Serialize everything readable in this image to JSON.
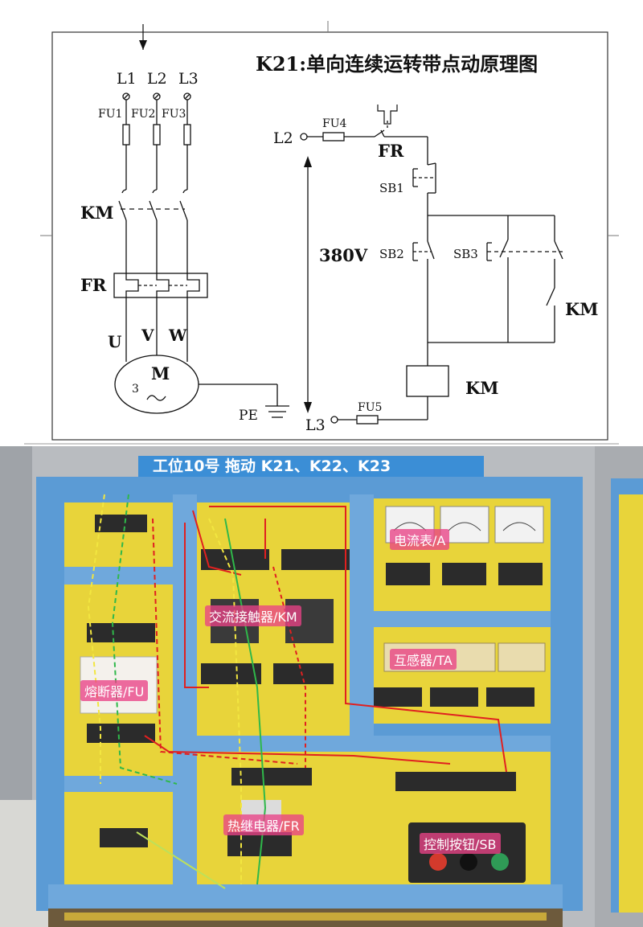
{
  "schematic": {
    "title": "K21:单向连续运转带点动原理图",
    "phases": [
      "L1",
      "L2",
      "L3"
    ],
    "fuses": [
      "FU1",
      "FU2",
      "FU3"
    ],
    "km_main": "KM",
    "fr_main": "FR",
    "motor_terminals": [
      "U",
      "V",
      "W"
    ],
    "motor_label": "M",
    "motor_phase": "3",
    "motor_symbol": "∼",
    "pe": "PE",
    "ctrl_l2": "L2",
    "ctrl_l3": "L3",
    "fu4": "FU4",
    "fu5": "FU5",
    "fr_contact": "FR",
    "sb1": "SB1",
    "sb2": "SB2",
    "sb3": "SB3",
    "voltage": "380V",
    "km_aux": "KM",
    "km_coil": "KM"
  },
  "photo": {
    "station_title": "工位10号  拖动 K21、K22、K23",
    "labels": {
      "ammeter": "电流表/A",
      "contactor": "交流接触器/KM",
      "transformer": "互感器/TA",
      "fuse": "熔断器/FU",
      "relay": "热继电器/FR",
      "button": "控制按钮/SB"
    },
    "colors": {
      "board_yellow": "#e8d43a",
      "trunking_blue": "#5b9bd5",
      "wire_red": "#e02020",
      "wire_yellow": "#f2e640",
      "wire_green": "#2fb84a"
    }
  }
}
